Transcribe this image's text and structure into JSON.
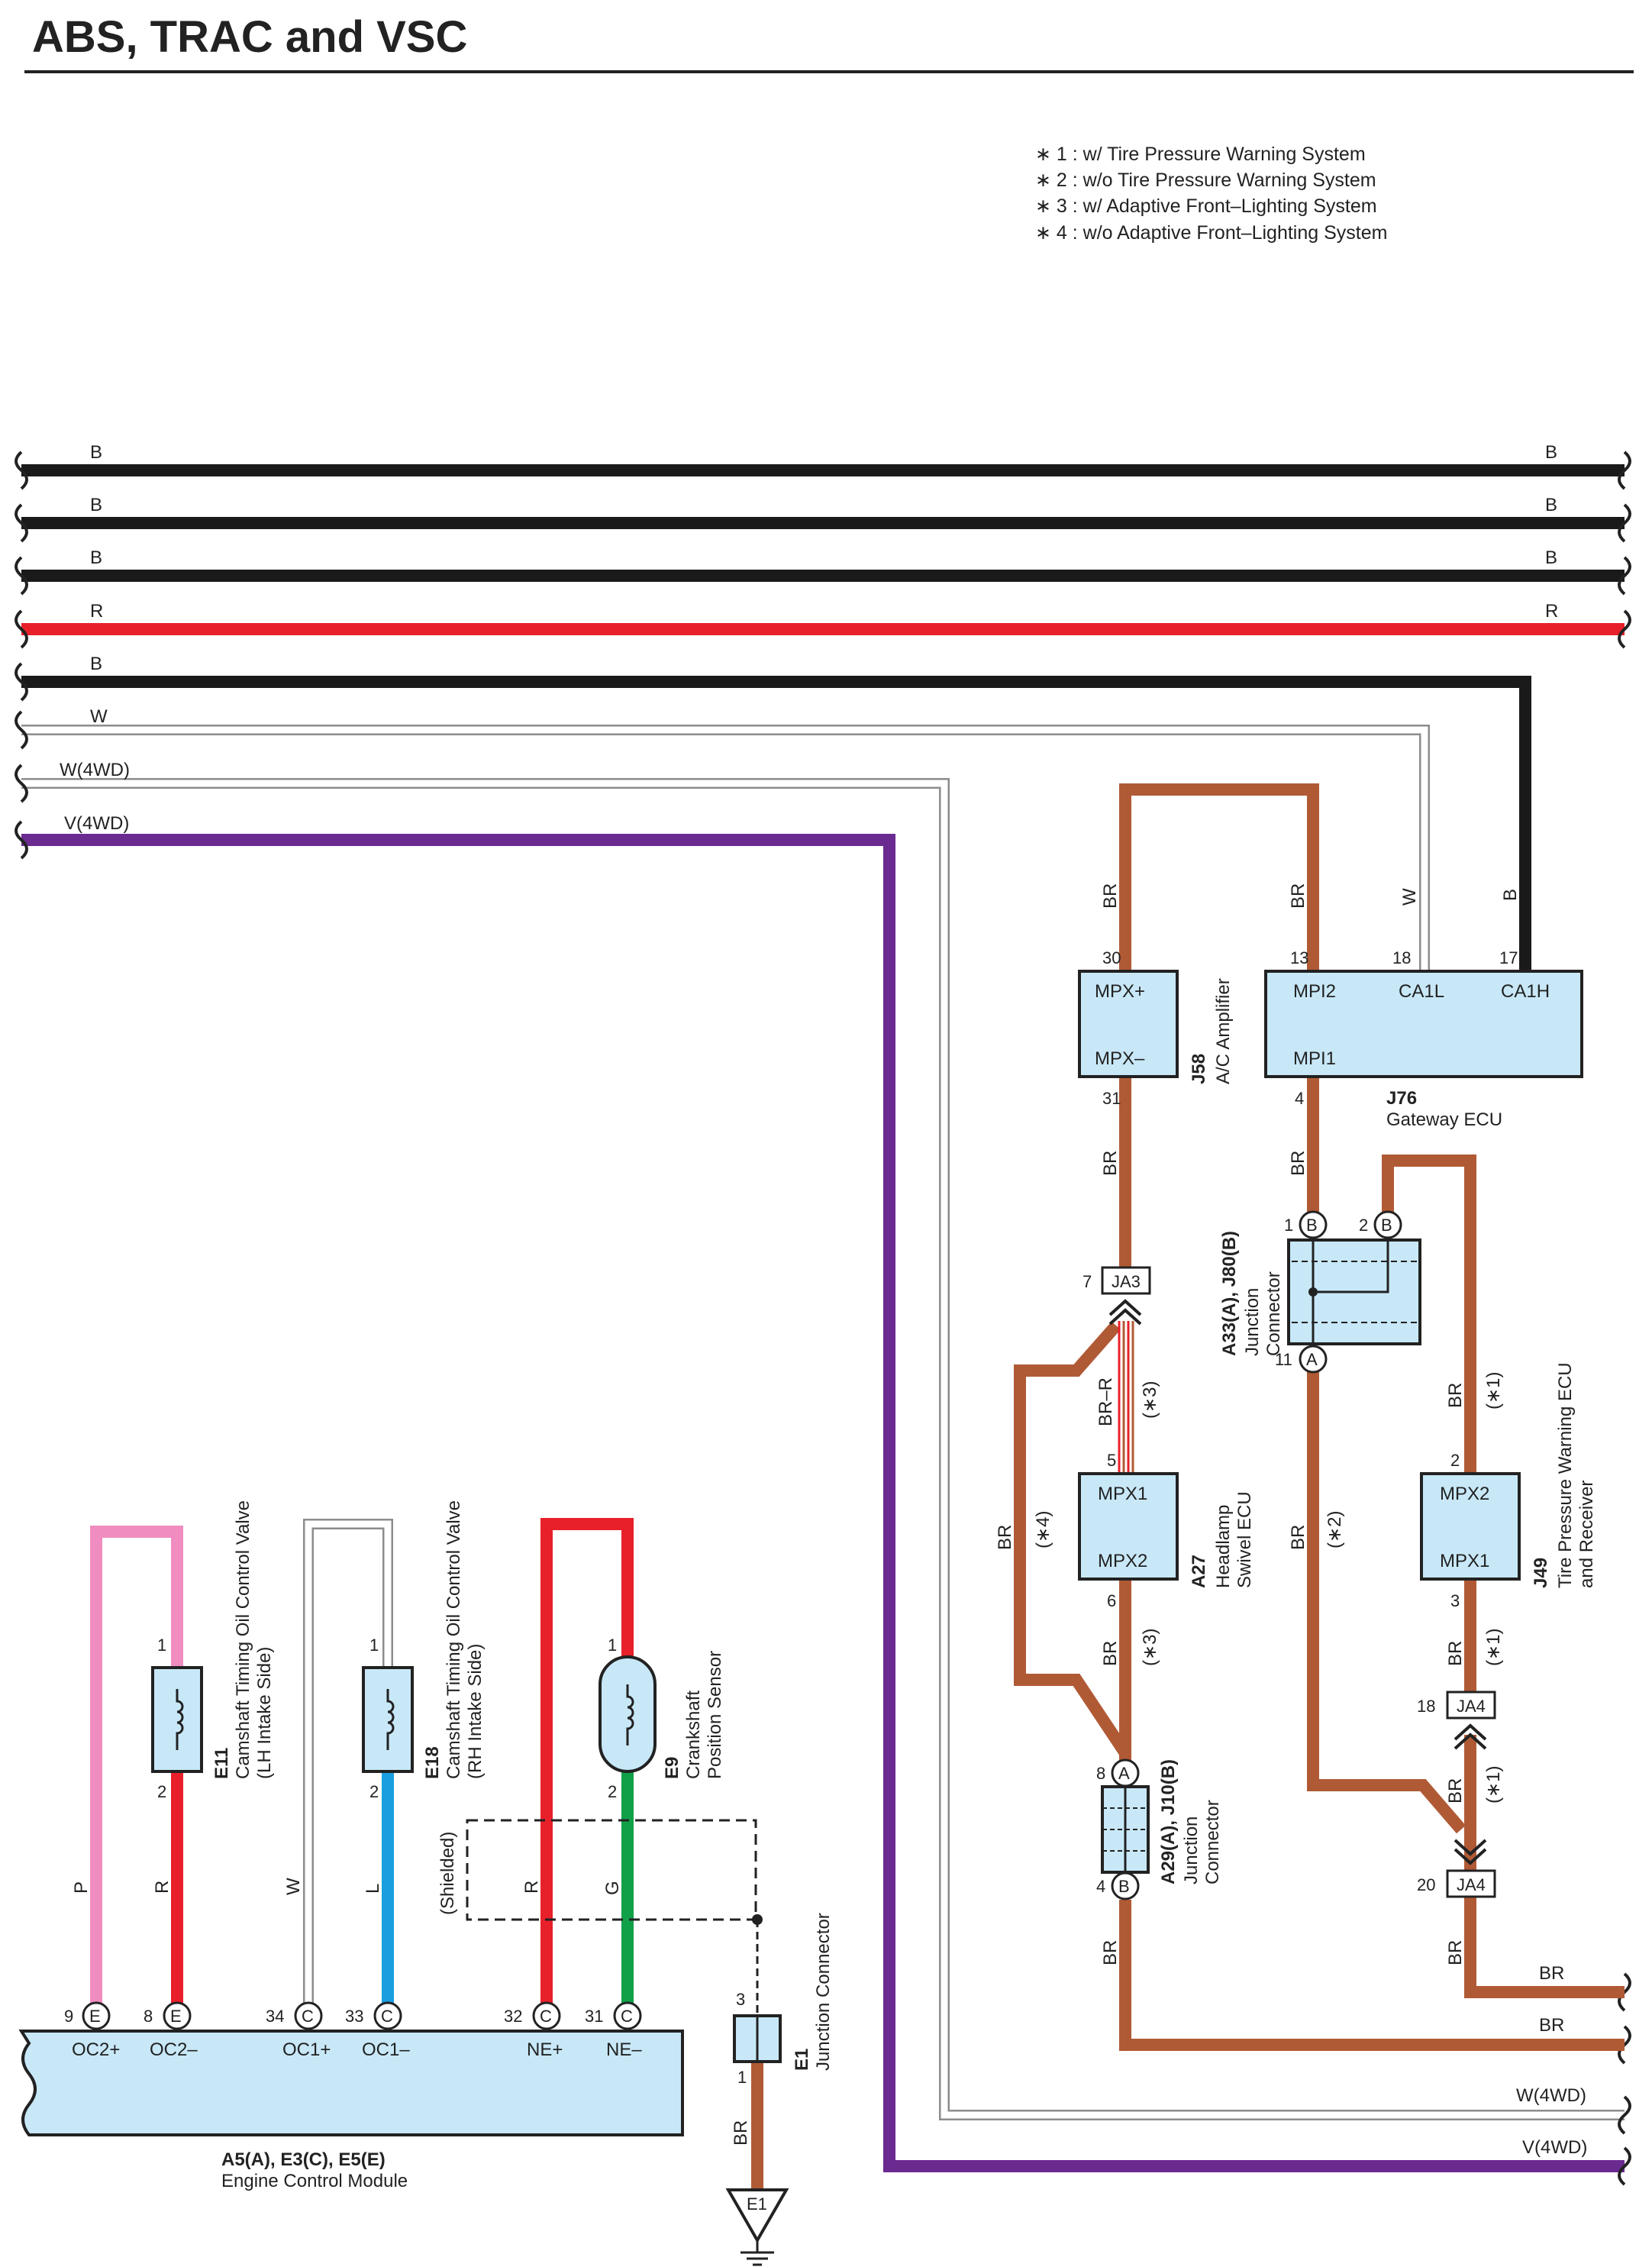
{
  "title": "ABS, TRAC and VSC",
  "notes": [
    "∗ 1 : w/ Tire Pressure Warning System",
    "∗ 2 : w/o Tire Pressure Warning System",
    "∗ 3 : w/ Adaptive Front–Lighting System",
    "∗ 4 : w/o Adaptive Front–Lighting System"
  ],
  "colors": {
    "B": "#1a1a1a",
    "R": "#e8202a",
    "BR": "#b05a35",
    "V": "#6a2a90",
    "P": "#f08cc0",
    "L": "#1a9ee0",
    "G": "#10a048",
    "W": "#8c8c8c",
    "box": "#c8e8f8"
  },
  "bus": {
    "left_labels": [
      "B",
      "B",
      "B",
      "R",
      "B",
      "W",
      "W(4WD)",
      "V(4WD)"
    ],
    "right_labels_top": [
      "B",
      "B",
      "B",
      "R"
    ],
    "right_labels_bottom": [
      "BR",
      "BR",
      "W(4WD)",
      "V(4WD)"
    ]
  },
  "components": {
    "ecm": {
      "code": "A5(A), E3(C), E5(E)",
      "name": "Engine Control Module",
      "pins": [
        {
          "num": "9",
          "conn": "E",
          "name": "OC2+"
        },
        {
          "num": "8",
          "conn": "E",
          "name": "OC2–"
        },
        {
          "num": "34",
          "conn": "C",
          "name": "OC1+"
        },
        {
          "num": "33",
          "conn": "C",
          "name": "OC1–"
        },
        {
          "num": "32",
          "conn": "C",
          "name": "NE+"
        },
        {
          "num": "31",
          "conn": "C",
          "name": "NE–"
        }
      ]
    },
    "e11": {
      "code": "E11",
      "name1": "Camshaft Timing Oil Control Valve",
      "name2": "(LH Intake Side)",
      "pin_top": "1",
      "pin_bot": "2"
    },
    "e18": {
      "code": "E18",
      "name1": "Camshaft Timing Oil Control Valve",
      "name2": "(RH Intake Side)",
      "pin_top": "1",
      "pin_bot": "2"
    },
    "e9": {
      "code": "E9",
      "name1": "Crankshaft",
      "name2": "Position Sensor",
      "pin_top": "1",
      "pin_bot": "2"
    },
    "e1": {
      "code": "E1",
      "name": "Junction Connector",
      "pin_top": "3",
      "pin_bot": "1",
      "ground": "E1"
    },
    "shielded": "(Shielded)",
    "j58": {
      "code": "J58",
      "name": "A/C Amplifier",
      "pin_top": "30",
      "pin_bot": "31",
      "t1": "MPX+",
      "t2": "MPX–"
    },
    "j76": {
      "code": "J76",
      "name": "Gateway ECU",
      "pins_top": [
        "13",
        "18",
        "17"
      ],
      "pin_bot": "4",
      "t1": "MPI2",
      "t2": "CA1L",
      "t3": "CA1H",
      "t4": "MPI1"
    },
    "a33": {
      "code": "A33(A), J80(B)",
      "name1": "Junction",
      "name2": "Connector",
      "p1": "1",
      "p2": "2",
      "p11": "11",
      "cb": "B",
      "ca": "A"
    },
    "a27": {
      "code": "A27",
      "name1": "Headlamp",
      "name2": "Swivel ECU",
      "pin_top": "5",
      "pin_bot": "6",
      "t1": "MPX1",
      "t2": "MPX2"
    },
    "a29": {
      "code": "A29(A), J10(B)",
      "name1": "Junction",
      "name2": "Connector",
      "p8": "8",
      "p4": "4",
      "ca": "A",
      "cb": "B"
    },
    "j49": {
      "code": "J49",
      "name1": "Tire Pressure Warning ECU",
      "name2": "and Receiver",
      "pin_top": "2",
      "pin_bot": "3",
      "t1": "MPX2",
      "t2": "MPX1"
    },
    "ja3": {
      "label": "JA3",
      "pin": "7"
    },
    "ja4a": {
      "label": "JA4",
      "pin": "18"
    },
    "ja4b": {
      "label": "JA4",
      "pin": "20"
    }
  },
  "wire_labels": {
    "p": "P",
    "r": "R",
    "w": "W",
    "l": "L",
    "g": "G",
    "br": "BR",
    "b": "B",
    "brr": "BR–R",
    "n1": "(∗1)",
    "n2": "(∗2)",
    "n3": "(∗3)",
    "n4": "(∗4)"
  }
}
